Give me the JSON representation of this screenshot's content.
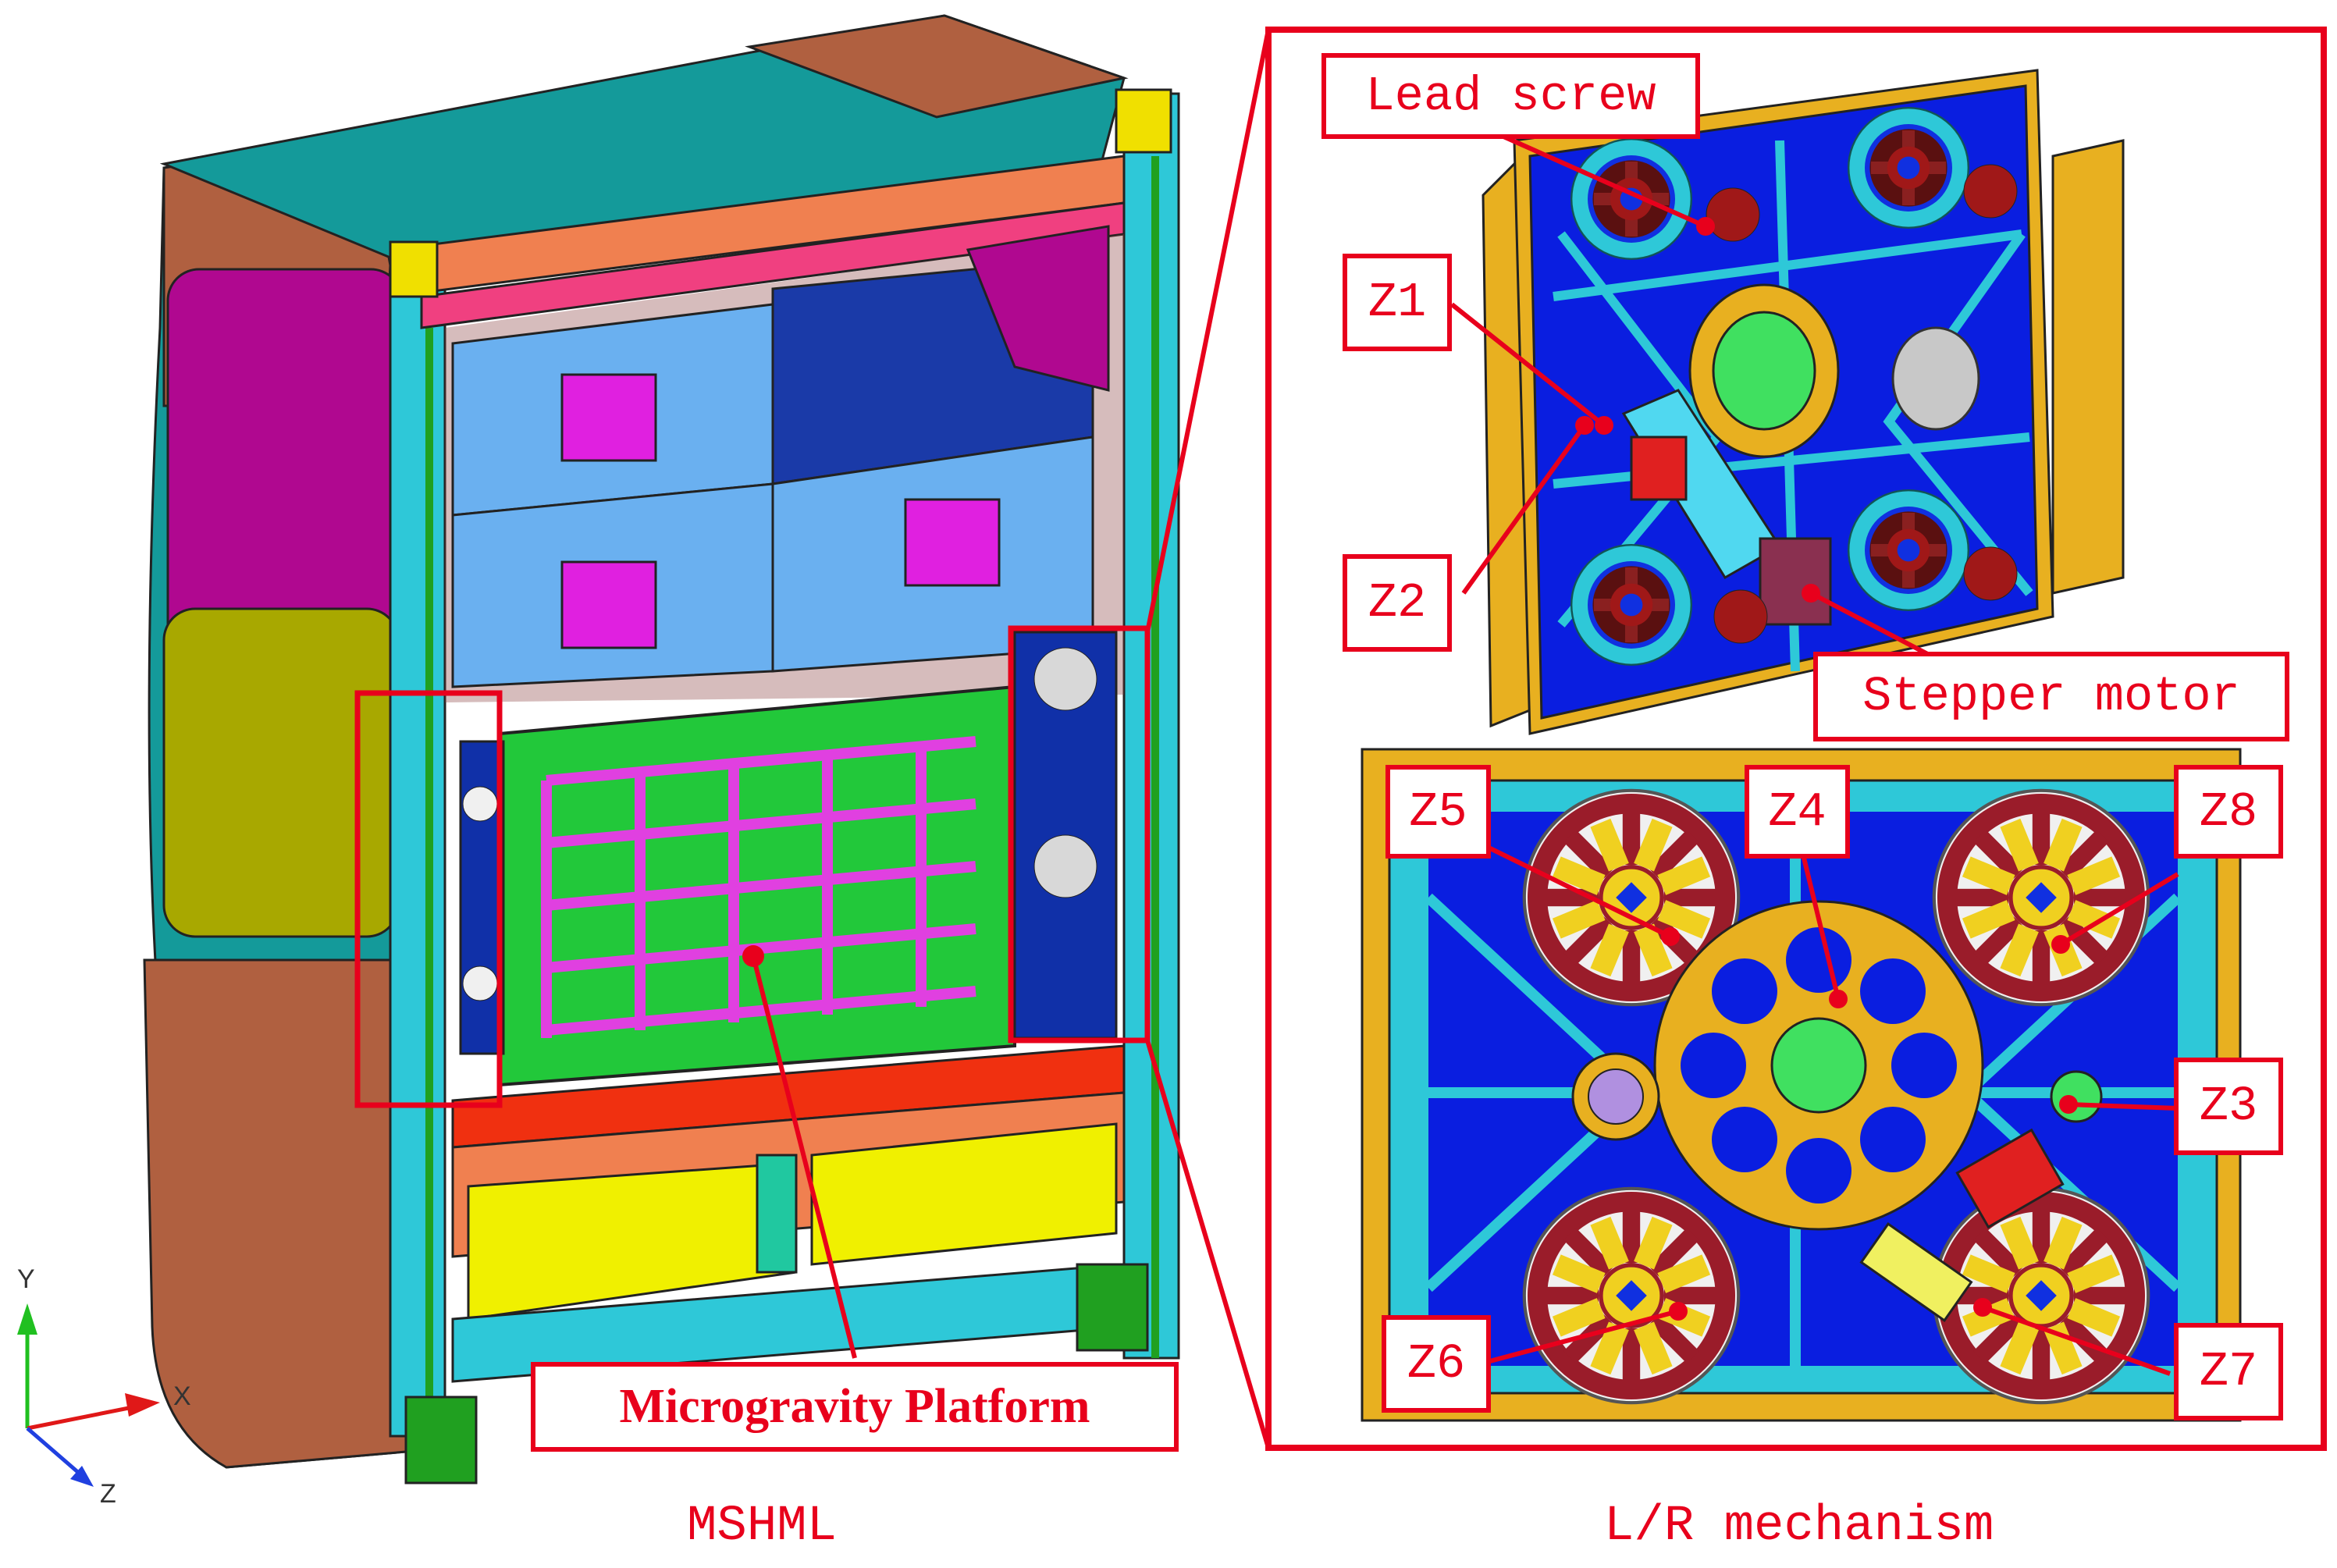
{
  "left_panel": {
    "callout": "Microgravity Platform",
    "caption": "MSHML",
    "axes": {
      "y": "Y",
      "x": "X",
      "z": "Z"
    }
  },
  "right_panel": {
    "caption": "L/R mechanism",
    "top_view_labels": {
      "lead_screw": "Lead screw",
      "z1": "Z1",
      "z2": "Z2",
      "stepper_motor": "Stepper motor"
    },
    "bottom_view_labels": {
      "z5": "Z5",
      "z4": "Z4",
      "z8": "Z8",
      "z3": "Z3",
      "z6": "Z6",
      "z7": "Z7"
    }
  },
  "colors": {
    "callout_red": "#e8001c",
    "panel_blue": "#0a1ee0",
    "frame_cyan": "#2ec8d8",
    "platform_green": "#22c83a",
    "platform_magenta": "#e040e0",
    "rack_brown": "#b06040",
    "rack_teal": "#149a9a",
    "gold": "#e8b020",
    "yellow": "#f0f000",
    "light_blue": "#6ab0f0"
  },
  "icons": [
    "motor-wheel-icon",
    "axis-triad-icon"
  ]
}
